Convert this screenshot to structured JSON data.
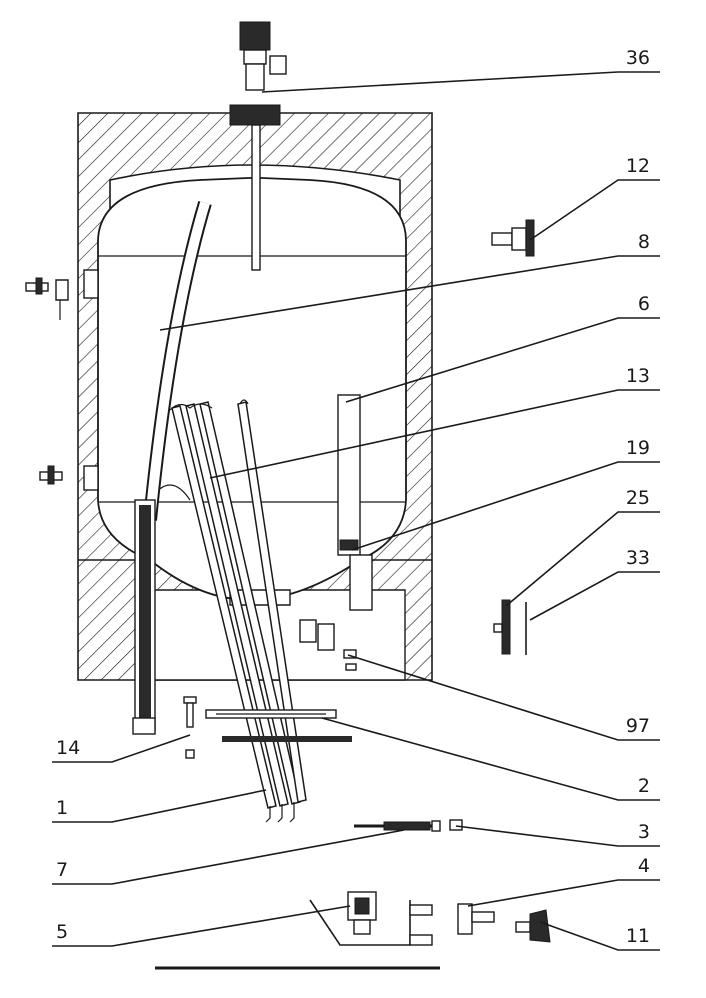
{
  "callouts": [
    {
      "id": "36",
      "text": "36"
    },
    {
      "id": "12",
      "text": "12"
    },
    {
      "id": "8",
      "text": "8"
    },
    {
      "id": "6",
      "text": "6"
    },
    {
      "id": "13",
      "text": "13"
    },
    {
      "id": "19",
      "text": "19"
    },
    {
      "id": "25",
      "text": "25"
    },
    {
      "id": "33",
      "text": "33"
    },
    {
      "id": "97",
      "text": "97"
    },
    {
      "id": "14",
      "text": "14"
    },
    {
      "id": "2",
      "text": "2"
    },
    {
      "id": "1",
      "text": "1"
    },
    {
      "id": "3",
      "text": "3"
    },
    {
      "id": "7",
      "text": "7"
    },
    {
      "id": "4",
      "text": "4"
    },
    {
      "id": "5",
      "text": "5"
    },
    {
      "id": "11",
      "text": "11"
    }
  ],
  "colors": {
    "ink": "#1a1a1a",
    "paper": "#ffffff"
  }
}
